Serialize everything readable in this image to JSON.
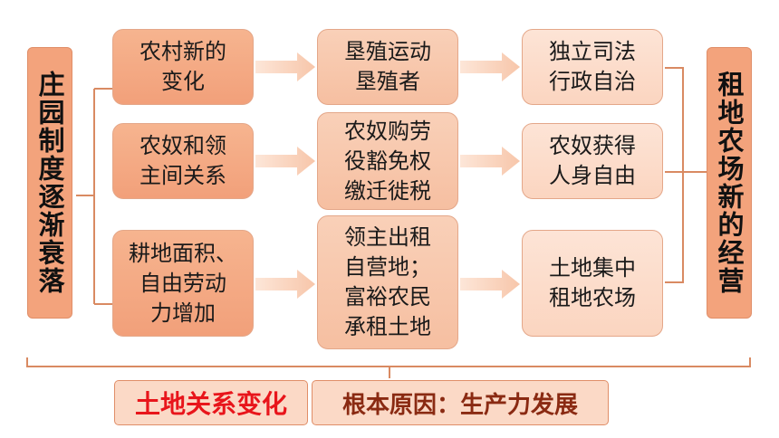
{
  "left_label": "庄园制度逐渐衰落",
  "right_label": "租地农场新的经营",
  "rows": [
    {
      "col1": "农村新的\n变化",
      "col2": "垦殖运动\n垦殖者",
      "col3": "独立司法\n行政自治"
    },
    {
      "col1": "农奴和领\n主间关系",
      "col2": "农奴购劳\n役豁免权\n缴迁徙税",
      "col3": "农奴获得\n人身自由"
    },
    {
      "col1": "耕地面积、\n自由劳动\n力增加",
      "col2": "领主出租\n自营地；\n富裕农民\n承租土地",
      "col3": "土地集中\n租地农场"
    }
  ],
  "bottom": {
    "left": "土地关系变化",
    "right": "根本原因：生产力发展"
  },
  "colors": {
    "accent_red": "#e8151b",
    "brown_text": "#8a2a12",
    "line": "#d98a62"
  }
}
